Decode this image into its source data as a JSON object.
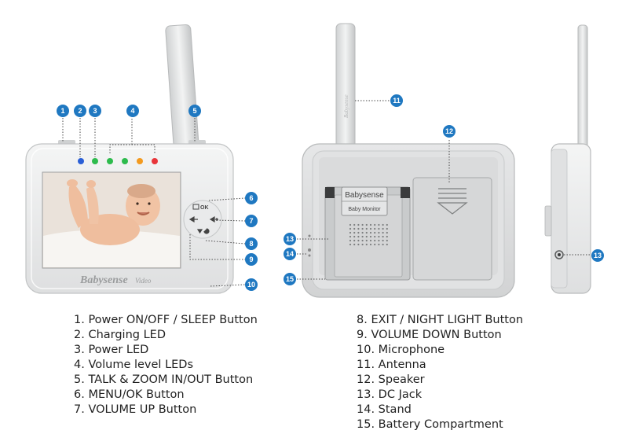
{
  "colors": {
    "badge": "#1f78c1",
    "led_blue": "#2a5fd6",
    "led_green": "#2dbb4d",
    "led_orange": "#f39a1f",
    "led_red": "#e8353a"
  },
  "device_labels": {
    "brand": "Babysense",
    "brand_suffix": "Video",
    "back_sticker_brand": "Babysense",
    "back_sticker_sub": "Baby Monitor",
    "antenna_print": "Babysense",
    "ok_key": "OK"
  },
  "callouts": {
    "front": [
      "1",
      "2",
      "3",
      "4",
      "5",
      "6",
      "7",
      "8",
      "9",
      "10"
    ],
    "back": [
      "11",
      "12",
      "13",
      "14",
      "15"
    ],
    "side": [
      "13"
    ]
  },
  "legend": {
    "left": [
      "1. Power ON/OFF / SLEEP Button",
      "2. Charging LED",
      "3. Power LED",
      "4. Volume level LEDs",
      "5. TALK & ZOOM IN/OUT Button",
      "6. MENU/OK Button",
      "7. VOLUME UP Button"
    ],
    "right": [
      "8. EXIT / NIGHT LIGHT Button",
      "9. VOLUME DOWN Button",
      "10. Microphone",
      "11. Antenna",
      "12. Speaker",
      "13. DC Jack",
      "14. Stand",
      "15. Battery Compartment"
    ]
  }
}
